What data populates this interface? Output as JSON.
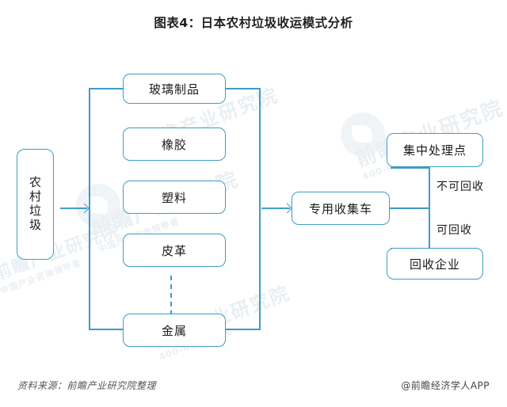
{
  "title": "图表4：日本农村垃圾收运模式分析",
  "nodes": {
    "source": "农村垃圾",
    "materials": [
      "玻璃制品",
      "橡胶",
      "塑料",
      "皮革",
      "金属"
    ],
    "vehicle": "专用收集车",
    "central_point": "集中处理点",
    "recycling_company": "回收企业"
  },
  "edge_labels": {
    "non_recyclable": "不可回收",
    "recyclable": "可回收"
  },
  "footer": {
    "source": "资料来源：前瞻产业研究院整理",
    "brand": "@前瞻经济学人APP"
  },
  "watermark": {
    "text1": "前瞻产业研究院",
    "text2": "中国产业咨询领导者",
    "text3": "前瞻产业研究院",
    "text4": "400-639-9936"
  },
  "colors": {
    "line": "#3f9cc4",
    "box_border": "#3f9cc4",
    "text": "#1a1a1a",
    "title": "#221f1f",
    "background": "#ffffff"
  }
}
